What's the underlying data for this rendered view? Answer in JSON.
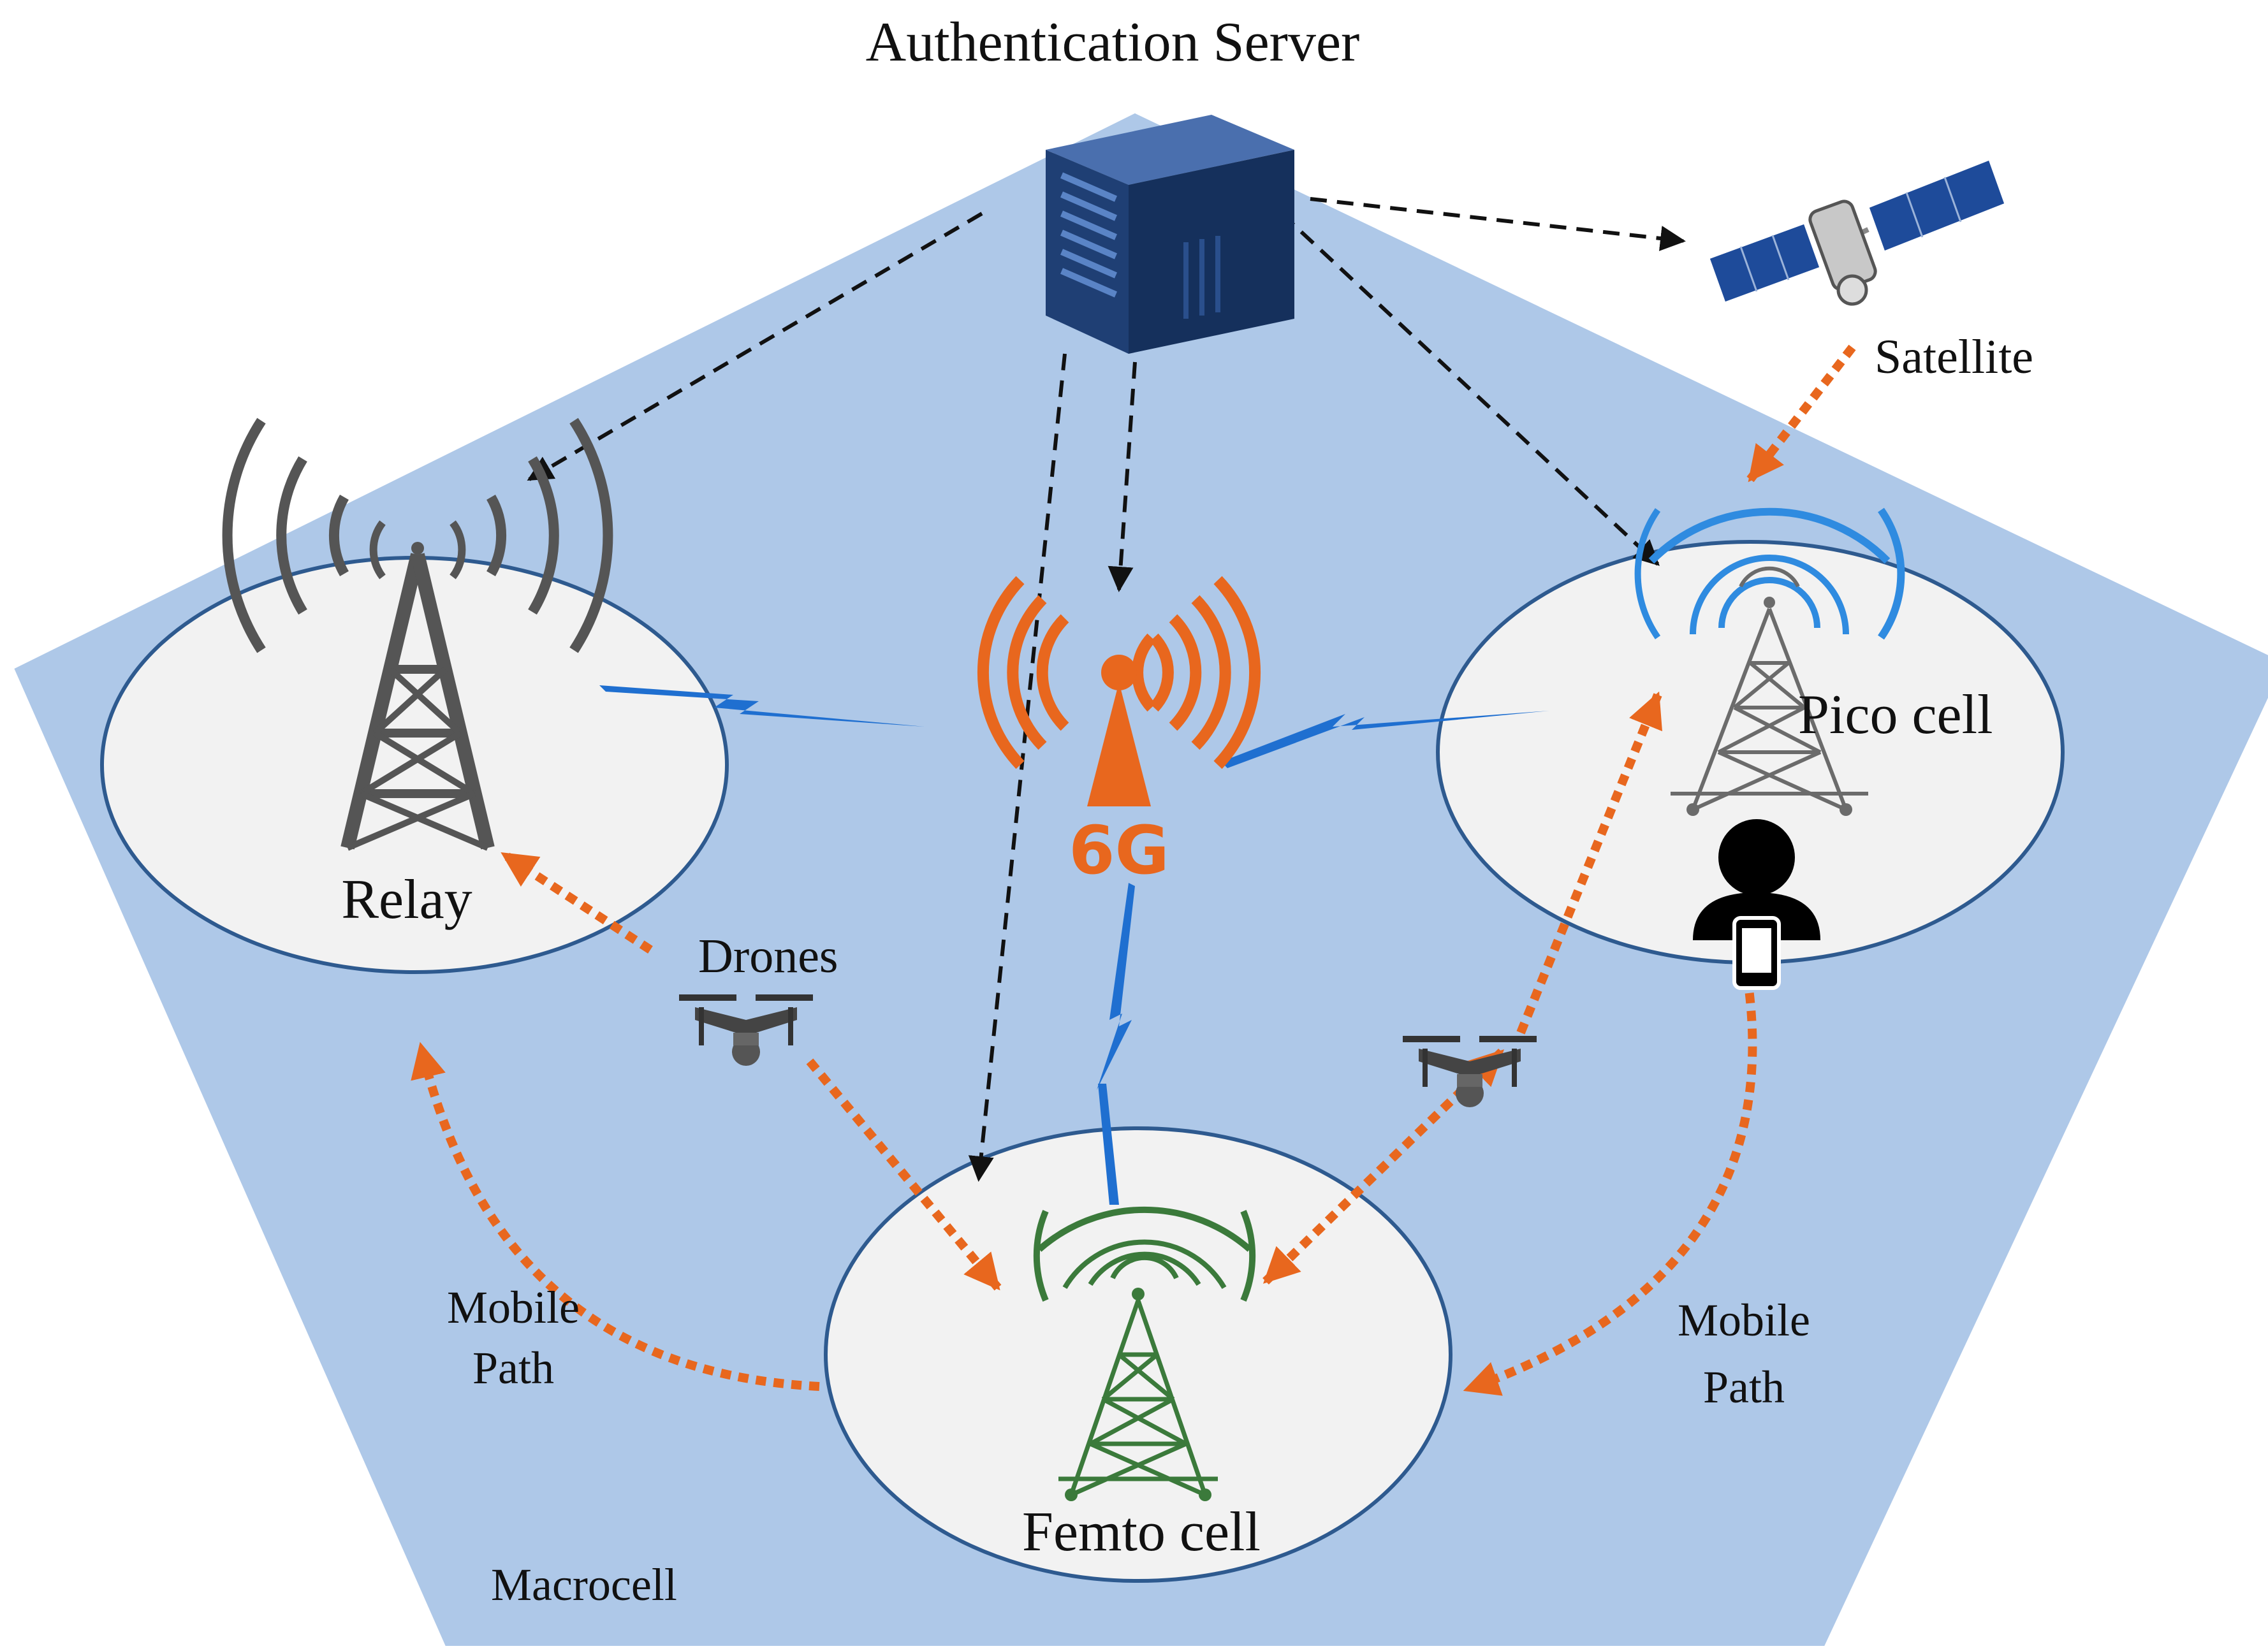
{
  "labels": {
    "server": "Authentication Server",
    "satellite": "Satellite",
    "relay": "Relay",
    "drones": "Drones",
    "pico": "Pico cell",
    "sixg": "6G",
    "femto": "Femto cell",
    "macro": "Macrocell",
    "mobile_path_left": [
      "Mobile",
      "Path"
    ],
    "mobile_path_right": [
      "Mobile",
      "Path"
    ]
  },
  "colors": {
    "macro_fill": "#aec8e8",
    "cell_fill": "#f2f2f2",
    "cell_stroke": "#2e5a8f",
    "orange": "#e8671e",
    "black_arrow": "#111111",
    "server_blue": "#1f3f74",
    "relay_gray": "#555555",
    "pico_gray": "#6b6b6b",
    "pico_wave": "#2f8be0",
    "femto_green": "#3b7a3b",
    "bolt_blue": "#1f6fd0"
  },
  "icons": {
    "server": "server-rack-icon",
    "satellite": "satellite-icon",
    "relay": "cell-tower-icon",
    "pico": "cell-tower-icon",
    "femto": "cell-tower-icon",
    "sixg": "6g-antenna-icon",
    "drone": "drone-icon",
    "user": "user-with-phone-icon",
    "link": "lightning-bolt-icon"
  }
}
